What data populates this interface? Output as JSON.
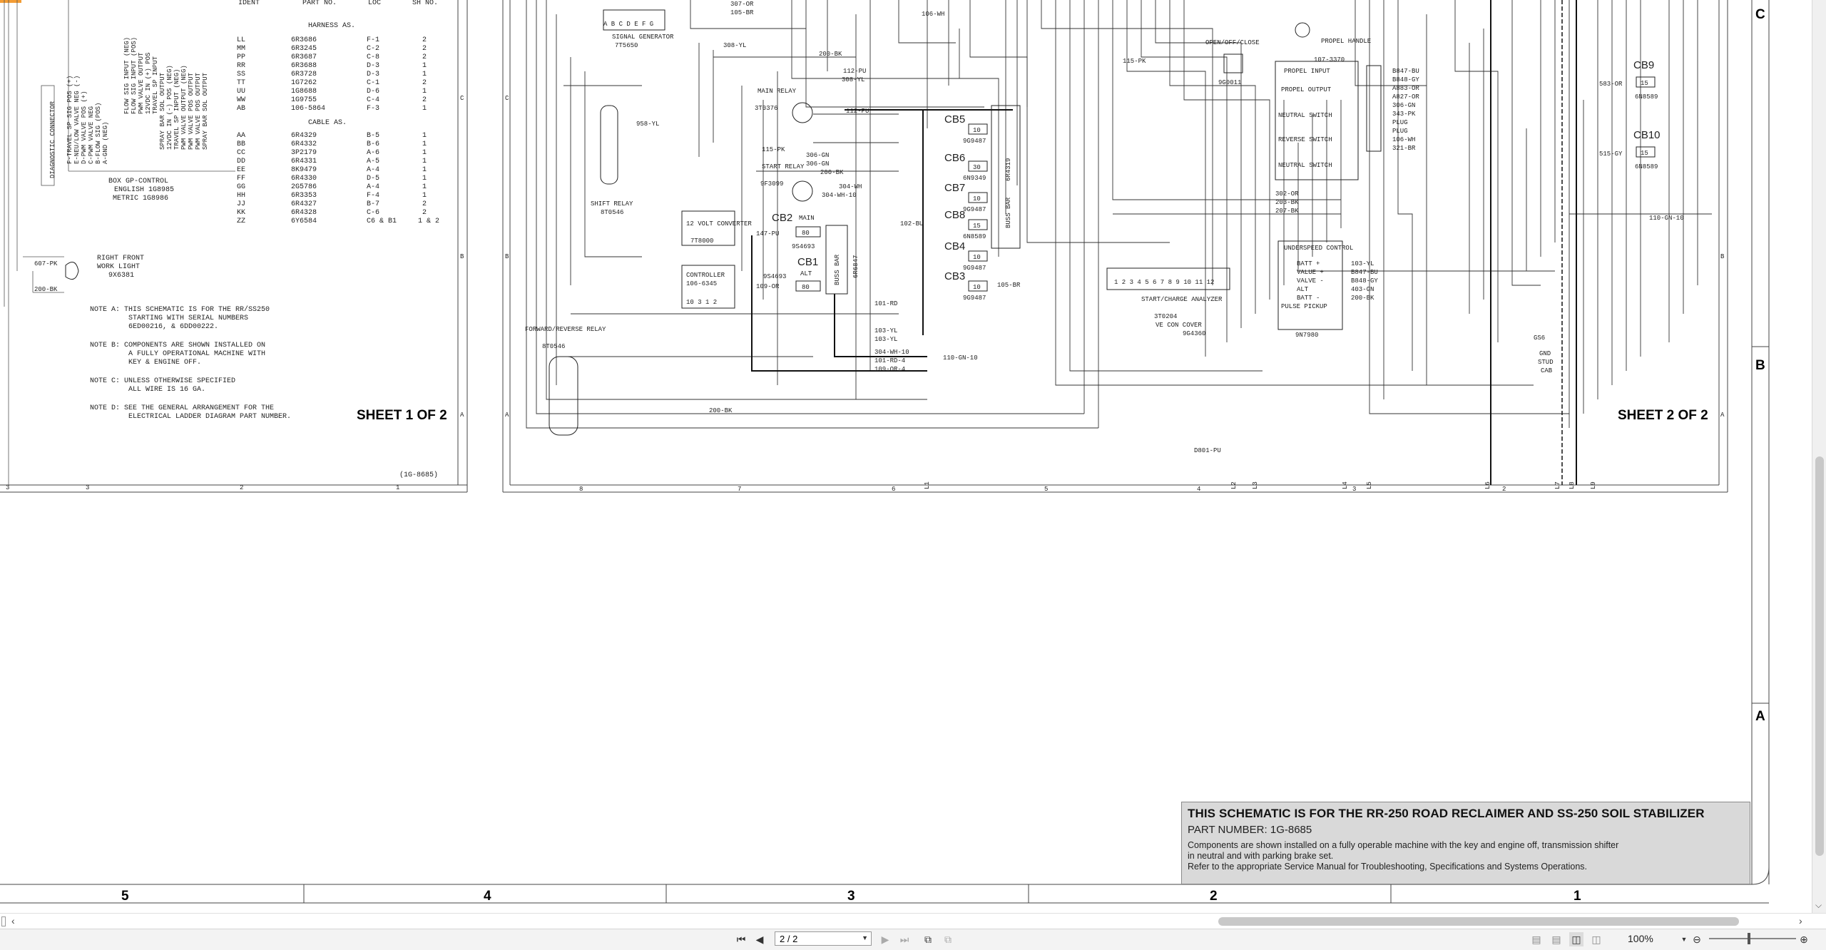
{
  "document": {
    "sheet1_label": "SHEET 1 OF 2",
    "sheet2_label": "SHEET 2 OF 2",
    "sheet1_ref": "(1G-8685)",
    "left_notes": [
      "NOTE A: THIS SCHEMATIC IS FOR THE RR/SS250",
      "STARTING WITH SERIAL NUMBERS",
      "6ED00216, & 6DD00222.",
      "NOTE B: COMPONENTS ARE SHOWN INSTALLED ON",
      "A FULLY OPERATIONAL MACHINE WITH",
      "KEY & ENGINE OFF.",
      "NOTE C: UNLESS OTHERWISE SPECIFIED",
      "ALL WIRE IS 16 GA.",
      "NOTE D: SEE THE GENERAL ARRANGEMENT FOR THE",
      "ELECTRICAL LADDER DIAGRAM PART NUMBER."
    ],
    "harness_header": "HARNESS AS.",
    "cable_header": "CABLE AS.",
    "table_headers": [
      "IDENT",
      "PART NO.",
      "LOC",
      "SH NO."
    ],
    "harness_rows": [
      [
        "LL",
        "6R3686",
        "F-1",
        "2"
      ],
      [
        "MM",
        "6R3245",
        "C-2",
        "2"
      ],
      [
        "PP",
        "6R3687",
        "C-8",
        "2"
      ],
      [
        "RR",
        "6R3688",
        "D-3",
        "1"
      ],
      [
        "SS",
        "6R3728",
        "D-3",
        "1"
      ],
      [
        "TT",
        "1G7262",
        "C-1",
        "2"
      ],
      [
        "UU",
        "1G8688",
        "D-6",
        "1"
      ],
      [
        "WW",
        "1G9755",
        "C-4",
        "2"
      ],
      [
        "AB",
        "106-5864",
        "F-3",
        "1"
      ]
    ],
    "cable_rows": [
      [
        "AA",
        "6R4329",
        "B-5",
        "1"
      ],
      [
        "BB",
        "6R4332",
        "B-6",
        "1"
      ],
      [
        "CC",
        "3P2179",
        "A-6",
        "1"
      ],
      [
        "DD",
        "6R4331",
        "A-5",
        "1"
      ],
      [
        "EE",
        "8K9479",
        "A-4",
        "1"
      ],
      [
        "FF",
        "6R4330",
        "D-5",
        "1"
      ],
      [
        "GG",
        "2G5786",
        "A-4",
        "1"
      ],
      [
        "HH",
        "6R3353",
        "F-4",
        "1"
      ],
      [
        "JJ",
        "6R4327",
        "B-7",
        "2"
      ],
      [
        "KK",
        "6R4328",
        "C-6",
        "2"
      ],
      [
        "ZZ",
        "6Y6584",
        "C6 & B1",
        "1 & 2"
      ]
    ],
    "box_labels": [
      "BOX GP-CONTROL",
      "ENGLISH 1G8985",
      "METRIC 1G8986"
    ],
    "diag_connector": "DIAGNOSTIC CONNECTOR",
    "work_light": [
      "RIGHT FRONT",
      "WORK LIGHT",
      "9X6381"
    ],
    "wire_labels_left": [
      "607-PK",
      "200-BK"
    ],
    "components": [
      {
        "label": "SIGNAL GENERATOR",
        "part": "7T5650"
      },
      {
        "label": "MAIN RELAY",
        "part": "3T0376"
      },
      {
        "label": "SHIFT RELAY",
        "part": "8T0546"
      },
      {
        "label": "START RELAY",
        "part": "9F3099"
      },
      {
        "label": "12 VOLT CONVERTER",
        "part": "7T8000"
      },
      {
        "label": "CONTROLLER",
        "part": "106-6345"
      },
      {
        "label": "FORWARD/REVERSE RELAY",
        "part": "8T0546"
      },
      {
        "label": "BUSS BAR",
        "part": "6R4319"
      },
      {
        "label": "BUSS BAR",
        "part": "6R6847"
      },
      {
        "label": "START/CHARGE ANALYZER",
        "part": "3T0204"
      },
      {
        "label": "VE CON COVER",
        "part": "9G4360"
      },
      {
        "label": "UNDERSPEED CONTROL",
        "part": "9N7980"
      },
      {
        "label": "PROPEL HANDLE",
        "part": "107-3370"
      },
      {
        "label": "OPEN/OFF/CLOSE",
        "part": "9G0011"
      }
    ],
    "breakers": [
      {
        "name": "CB5",
        "amps": "10",
        "part": "9G9487"
      },
      {
        "name": "CB6",
        "amps": "30",
        "part": "6N9349"
      },
      {
        "name": "CB7",
        "amps": "10",
        "part": "9G9487"
      },
      {
        "name": "CB8",
        "amps": "15",
        "part": "6N8589"
      },
      {
        "name": "CB4",
        "amps": "10",
        "part": "9G9487"
      },
      {
        "name": "CB3",
        "amps": "10",
        "part": "9G9487"
      },
      {
        "name": "CB2",
        "sub": "MAIN",
        "amps": "80",
        "part": "9S4693"
      },
      {
        "name": "CB1",
        "sub": "ALT",
        "amps": "80",
        "part": "9S4693"
      },
      {
        "name": "CB9",
        "amps": "15",
        "part": "6N8589"
      },
      {
        "name": "CB10",
        "amps": "15",
        "part": "6N8589"
      }
    ],
    "wire_labels": [
      "307-OR",
      "105-BR",
      "308-YL",
      "200-BK",
      "112-PU",
      "308-YL",
      "112-PU",
      "106-WH",
      "115-PK",
      "306-GN",
      "306-GN",
      "200-BK",
      "304-WH",
      "304-WH-10",
      "147-PU",
      "109-OR",
      "101-RD",
      "103-YL",
      "103-YL",
      "304-WH-10",
      "101-RD-4",
      "109-OR-4",
      "110-GN-10",
      "102-BU",
      "105-BR",
      "115-PK",
      "302-OR",
      "203-BK",
      "207-BK",
      "D801-PU",
      "200-BK",
      "958-YL",
      "583-OR",
      "515-GY",
      "110-GN-10"
    ],
    "propel_block": [
      "PROPEL INPUT",
      "PROPEL OUTPUT",
      "NEUTRAL SWITCH",
      "REVERSE SWITCH",
      "NEUTRAL SWITCH"
    ],
    "propel_wires": [
      "B847-BU",
      "B848-GY",
      "A883-OR",
      "A827-OR",
      "306-GN",
      "343-PK",
      "PLUG",
      "PLUG",
      "106-WH",
      "321-BR"
    ],
    "underspeed_labels": [
      "BATT +",
      "VALUE +",
      "VALVE -",
      "ALT",
      "BATT -",
      "PULSE PICKUP"
    ],
    "underspeed_wires": [
      "103-YL",
      "B847-BU",
      "B848-GY",
      "403-GN",
      "200-BK"
    ],
    "gnd_label": [
      "GND",
      "STUD",
      "CAB"
    ],
    "gs_label": "GS6",
    "ground_refs": [
      "L1",
      "L2",
      "L3",
      "L4",
      "L5",
      "L6",
      "L7",
      "L8",
      "L9"
    ],
    "left_ruler": [
      "3",
      "2",
      "1"
    ],
    "mid_ruler": [
      "8",
      "7",
      "6",
      "5",
      "4",
      "3",
      "2"
    ],
    "row_letters_small": [
      "C",
      "B",
      "A"
    ],
    "frame_row_letters": [
      "C",
      "B",
      "A"
    ],
    "frame_columns": [
      "5",
      "4",
      "3",
      "2",
      "1"
    ],
    "title_block": {
      "line1": "THIS SCHEMATIC IS FOR THE RR-250 ROAD RECLAIMER AND SS-250 SOIL STABILIZER",
      "line2": "PART NUMBER: 1G-8685",
      "line3": "Components are shown installed on a fully operable machine with the key and engine off, transmission shifter",
      "line4": "in neutral and with parking brake set.",
      "line5": "Refer to the appropriate Service Manual for Troubleshooting, Specifications and Systems Operations."
    }
  },
  "toolbar": {
    "page_value": "2 / 2",
    "zoom_value": "100%"
  },
  "colors": {
    "background": "#ffffff",
    "toolbar_bg": "#f3f3f3",
    "title_box_bg": "#d9d9d9",
    "accent_orange": "#f39c34"
  }
}
